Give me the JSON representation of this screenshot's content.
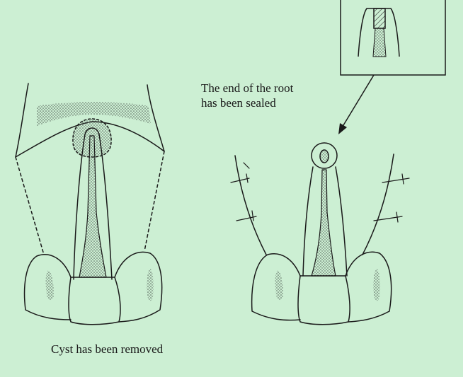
{
  "figure": {
    "captions": {
      "sealed_line1": "The end of the root",
      "sealed_line2": "has been sealed",
      "removed": "Cyst has been removed"
    },
    "colors": {
      "background": "#ccefd3",
      "ink": "#1a1a1a",
      "hatch": "#555555",
      "stipple": "#6b7a70"
    }
  }
}
